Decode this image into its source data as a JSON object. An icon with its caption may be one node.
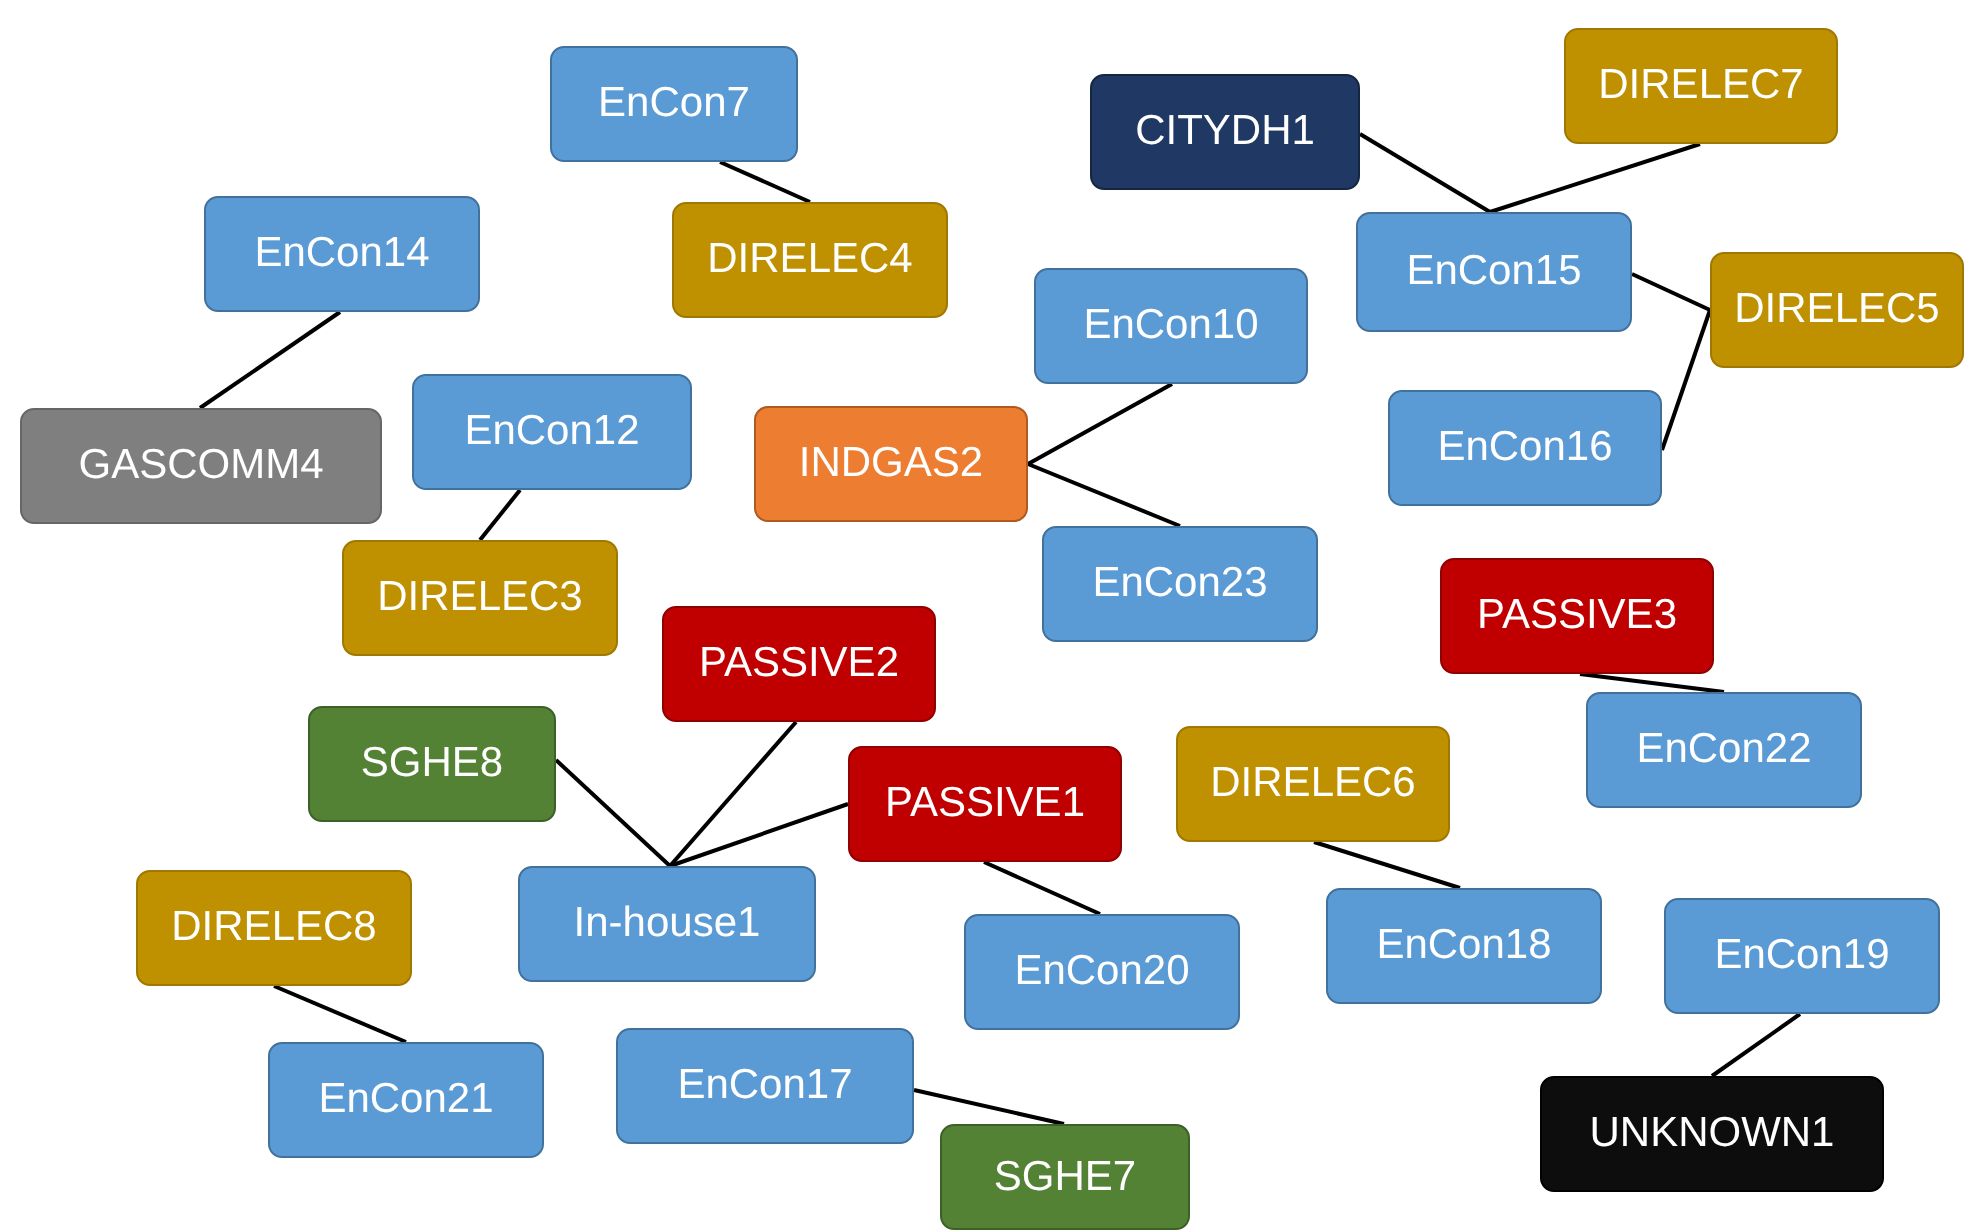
{
  "diagram": {
    "nodes": [
      {
        "text": [
          "EnCon7"
        ]
      },
      {
        "text": [
          "DIRELEC4"
        ]
      },
      {
        "text": [
          "CITYDH1"
        ]
      },
      {
        "text": [
          "DIRELEC7"
        ]
      },
      {
        "text": [
          "EnCon14"
        ]
      },
      {
        "text": [
          "EnCon15"
        ]
      },
      {
        "text": [
          "DIRELEC5"
        ]
      },
      {
        "text": [
          "EnCon10"
        ]
      },
      {
        "text": [
          "GASCOMM4"
        ]
      },
      {
        "text": [
          "EnCon12"
        ]
      },
      {
        "text": [
          "INDGAS2"
        ]
      },
      {
        "text": [
          "EnCon16"
        ]
      },
      {
        "text": [
          "DIRELEC3"
        ]
      },
      {
        "text": [
          "EnCon23"
        ]
      },
      {
        "text": [
          "PASSIVE3"
        ]
      },
      {
        "text": [
          "PASSIVE2"
        ]
      },
      {
        "text": [
          "SGHE8"
        ]
      },
      {
        "text": [
          "EnCon22"
        ]
      },
      {
        "text": [
          "PASSIVE1"
        ]
      },
      {
        "text": [
          "DIRELEC6"
        ]
      },
      {
        "text": [
          "In-house1"
        ]
      },
      {
        "text": [
          "DIRELEC8"
        ]
      },
      {
        "text": [
          "EnCon20"
        ]
      },
      {
        "text": [
          "EnCon18"
        ]
      },
      {
        "text": [
          "EnCon19"
        ]
      },
      {
        "text": [
          "EnCon21"
        ]
      },
      {
        "text": [
          "EnCon17"
        ]
      },
      {
        "text": [
          "UNKNOWN1"
        ]
      },
      {
        "text": [
          "SGHE7"
        ]
      }
    ],
    "edges": [
      {
        "from": 0,
        "to": 1,
        "arrow": "none"
      },
      {
        "from": 2,
        "to": 5,
        "arrow": "none"
      },
      {
        "from": 3,
        "to": 5,
        "arrow": "none"
      },
      {
        "from": 4,
        "to": 8,
        "arrow": "none"
      },
      {
        "from": 5,
        "to": 6,
        "arrow": "none"
      },
      {
        "from": 11,
        "to": 6,
        "arrow": "none"
      },
      {
        "from": 10,
        "to": 7,
        "arrow": "none"
      },
      {
        "from": 10,
        "to": 13,
        "arrow": "none"
      },
      {
        "from": 9,
        "to": 12,
        "arrow": "none"
      },
      {
        "from": 14,
        "to": 17,
        "arrow": "none"
      },
      {
        "from": 16,
        "to": 20,
        "arrow": "none"
      },
      {
        "from": 15,
        "to": 20,
        "arrow": "none"
      },
      {
        "from": 18,
        "to": 20,
        "arrow": "none"
      },
      {
        "from": 18,
        "to": 22,
        "arrow": "none"
      },
      {
        "from": 19,
        "to": 23,
        "arrow": "none"
      },
      {
        "from": 24,
        "to": 27,
        "arrow": "none"
      },
      {
        "from": 21,
        "to": 25,
        "arrow": "none"
      },
      {
        "from": 26,
        "to": 28,
        "arrow": "none"
      }
    ]
  }
}
